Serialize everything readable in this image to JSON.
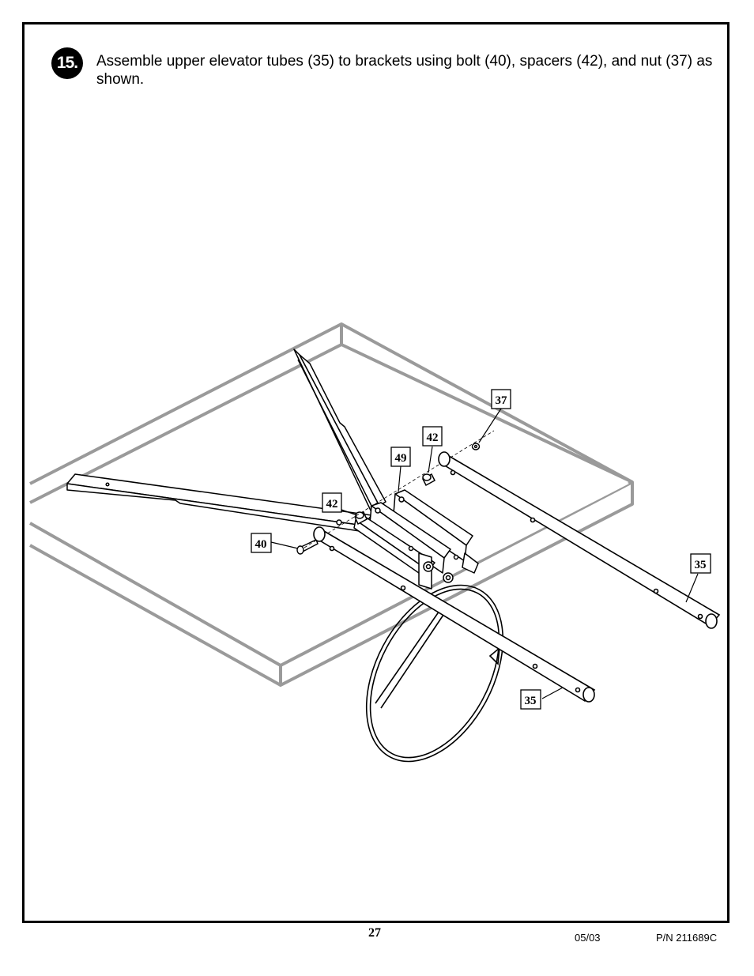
{
  "step": {
    "number": "15.",
    "instruction": "Assemble upper elevator tubes (35) to brackets using bolt (40), spacers (42), and nut (37) as shown."
  },
  "callouts": {
    "nut": "37",
    "spacer_upper": "42",
    "bracket": "49",
    "spacer_lower": "42",
    "bolt": "40",
    "tube_right": "35",
    "tube_front": "35"
  },
  "footer": {
    "page_number": "27",
    "date": "05/03",
    "part_number": "P/N 211689C"
  }
}
